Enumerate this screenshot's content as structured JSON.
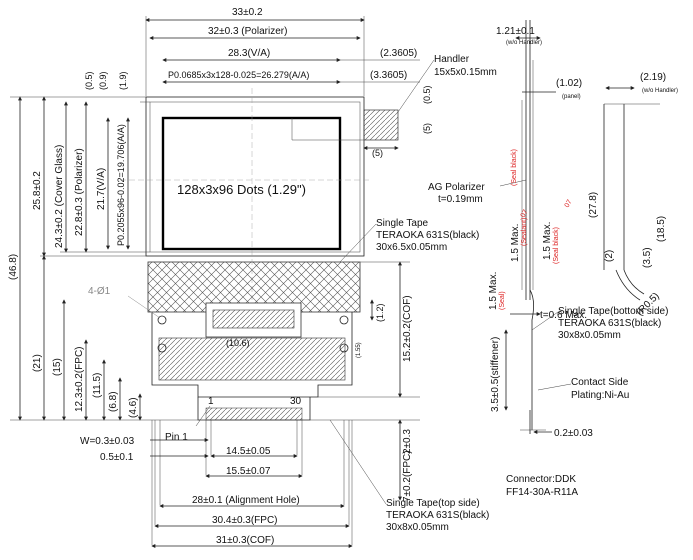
{
  "dims": {
    "d33": "33±0.2",
    "d32": "32±0.3 (Polarizer)",
    "d283": "28.3(V/A)",
    "d23605": "(2.3605)",
    "d33605": "(3.3605)",
    "dpitch": "P0.0685x3x128-0.025=26.279(A/A)",
    "d05a": "(0.5)",
    "d09": "(0.9)",
    "d19": "(1.9)",
    "d05b": "(0.5)",
    "d5a": "(5)",
    "d5b": "(5)",
    "d258": "25.8±0.2",
    "d243": "24.3±0.2 (Cover Glass)",
    "d228": "22.8±0.3 (Polarizer)",
    "d217": "21.7(V/A)",
    "dpitchv": "P0.2055x96-0.02=19.706(A/A)",
    "d468": "(46.8)",
    "d21": "(21)",
    "d15": "(15)",
    "d123": "12.3±0.2(FPC)",
    "d115": "(11.5)",
    "d68": "(6.8)",
    "d46": "(4.6)",
    "d152": "15.2±0.2(COF)",
    "d12": "(1.2)",
    "d155": "(1.55)",
    "d106": "(10.6)",
    "d4holes": "4-Ø1",
    "dW": "W=0.3±0.03",
    "d05c": "0.5±0.1",
    "d145": "14.5±0.05",
    "d155b": "15.5±0.07",
    "d28": "28±0.1 (Alignment Hole)",
    "d304": "30.4±0.3(FPC)",
    "d31": "31±0.3(COF)",
    "d2": "2±0.3",
    "d7": "7±0.2(FPC)",
    "d121": "1.21±0.1",
    "d121note": "(w/o Handler)",
    "d102": "(1.02)",
    "d102note": "(panel)",
    "d219": "(2.19)",
    "d219note": "(w/o Handler)",
    "d278": "(27.8)",
    "d185": "(18.5)",
    "d35": "(3.5)",
    "d2b": "(2)",
    "dR05": "(R0.5)",
    "d15max1": "1.5 Max.",
    "d15max2": "1.5 Max.",
    "d15max3": "1.5 Max.",
    "d06max": "t=0.6 Max.",
    "dstiff": "3.5±0.5(stiffener)",
    "d02": "0.2±0.03",
    "sealant1": "(Sealant)",
    "sealant2": "(Seal black)",
    "sealant3": "(Seal black)",
    "sealant4": "(Seal)",
    "rev1": "07",
    "rev2": "07"
  },
  "labels": {
    "dots": "128x3x96 Dots (1.29\")",
    "pin1": "Pin 1",
    "n1": "1",
    "n30": "30",
    "handler1": "Handler",
    "handler2": "15x5x0.15mm",
    "agpol1": "AG Polarizer",
    "agpol2": "t=0.19mm",
    "tape1a": "Single Tape",
    "tape1b": "TERAOKA 631S(black)",
    "tape1c": "30x6.5x0.05mm",
    "tape2a": "Single Tape(bottom side)",
    "tape2b": "TERAOKA 631S(black)",
    "tape2c": "30x8x0.05mm",
    "contact1": "Contact Side",
    "contact2": "Plating:Ni-Au",
    "conn1": "Connector:DDK",
    "conn2": "FF14-30A-R11A",
    "tape3a": "Single Tape(top side)",
    "tape3b": "TERAOKA 631S(black)",
    "tape3c": "30x8x0.05mm"
  }
}
